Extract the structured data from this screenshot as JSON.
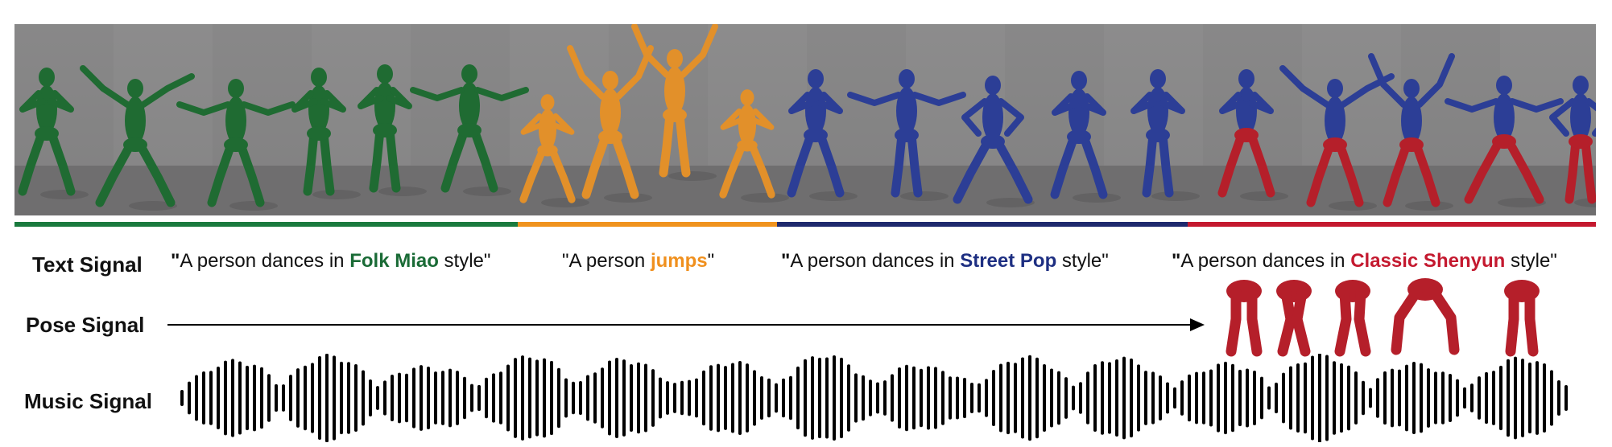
{
  "rows": {
    "text": "Text Signal",
    "pose": "Pose Signal",
    "music": "Music Signal"
  },
  "captions": [
    {
      "prefix": "A person dances in ",
      "highlight": "Folk Miao",
      "suffix": " style",
      "color": "#1a6b36"
    },
    {
      "prefix": "A person ",
      "highlight": "jumps",
      "suffix": "",
      "color": "#f0901e"
    },
    {
      "prefix": "A person dances in ",
      "highlight": "Street Pop",
      "suffix": " style",
      "color": "#1e2f82"
    },
    {
      "prefix": "A person dances in ",
      "highlight": "Classic Shenyun",
      "suffix": " style",
      "color": "#c4192f"
    }
  ],
  "colors": {
    "folk": "#1f6b32",
    "jump": "#e2902a",
    "street": "#2c3e96",
    "shenyun": "#b51f2a",
    "bar_folk": "#1a7a3e",
    "bar_jump": "#f0931e",
    "bar_street": "#1f2a6e",
    "bar_shenyun": "#c4192f"
  }
}
